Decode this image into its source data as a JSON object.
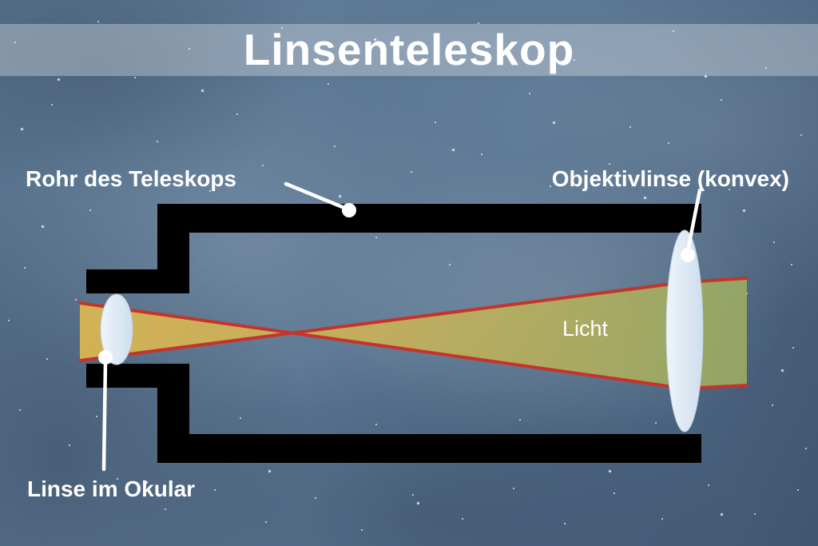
{
  "title": "Linsenteleskop",
  "labels": {
    "tube": "Rohr des Teleskops",
    "objective": "Objektivlinse (konvex)",
    "eyepiece": "Linse im Okular",
    "light": "Licht"
  },
  "colors": {
    "ray": "#c5342a",
    "beam_left": "#e3bb4e",
    "beam_mid": "#cdb356",
    "beam_right": "#9cad62",
    "lens_light": "#eef4fa",
    "lens_dark": "#cfdeee",
    "tube": "#000000",
    "pointer": "#ffffff",
    "title_text": "#ffffff",
    "title_band": "rgba(255,255,255,0.30)"
  }
}
